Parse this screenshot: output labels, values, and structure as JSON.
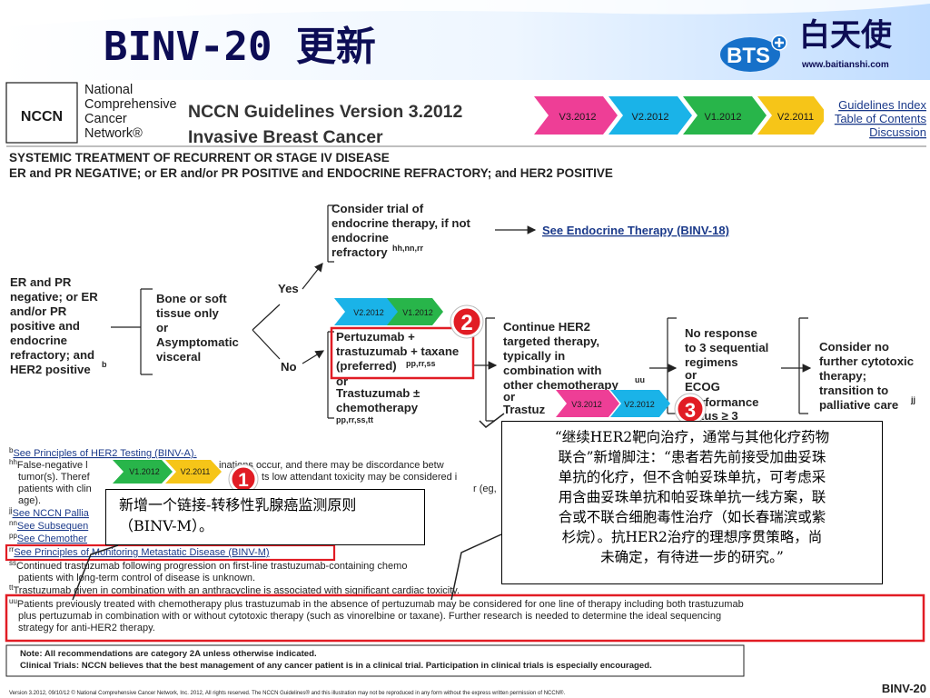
{
  "slide": {
    "title": "BINV-20 更新"
  },
  "logo": {
    "mark_text": "BTS",
    "name_cn": "白天使",
    "url": "www.baitianshi.com"
  },
  "nccn": {
    "logo_abbr": "NCCN",
    "org_lines": [
      "National",
      "Comprehensive",
      "Cancer",
      "Network®"
    ],
    "guideline_title": "NCCN Guidelines Version 3.2012",
    "guideline_subtitle": "Invasive Breast Cancer",
    "nav_links": [
      "Guidelines Index",
      "Table of Contents",
      "Discussion"
    ]
  },
  "version_tabs": {
    "top": [
      "V3.2012",
      "V2.2012",
      "V1.2012",
      "V2.2011"
    ],
    "center": [
      "V2.2012",
      "V1.2012"
    ],
    "right": [
      "V3.2012",
      "V2.2012"
    ],
    "left": [
      "V1.2012",
      "V2.2011"
    ]
  },
  "colors": {
    "tab_pink": "#ee3e96",
    "tab_blue": "#1ab3e8",
    "tab_green": "#28b54a",
    "tab_yellow": "#f6c518",
    "highlight_red": "#e11c24",
    "title_navy": "#0d0d55"
  },
  "badges": [
    "1",
    "2",
    "3"
  ],
  "section": {
    "heading": "SYSTEMIC TREATMENT OF RECURRENT OR STAGE IV DISEASE",
    "subheading": "ER and PR NEGATIVE; or ER and/or PR POSITIVE and ENDOCRINE REFRACTORY; and HER2 POSITIVE"
  },
  "flow": {
    "patient_lines": [
      "ER and PR",
      "negative; or ER",
      "and/or PR",
      "positive and",
      "endocrine",
      "refractory; and",
      "HER2 positive"
    ],
    "patient_sup": "b",
    "site_lines": [
      "Bone or soft",
      "tissue only",
      "or",
      "Asymptomatic",
      "visceral"
    ],
    "yes_label": "Yes",
    "no_label": "No",
    "endocrine_trial_lines": [
      "Consider trial of",
      "endocrine therapy, if not",
      "endocrine",
      "refractory"
    ],
    "endocrine_trial_sup": "hh,nn,rr",
    "see_endocrine": "See Endocrine Therapy (BINV-18)",
    "pertuzumab_lines": [
      "Pertuzumab +",
      "trastuzumab + taxane",
      "(preferred)"
    ],
    "pertuzumab_sup": "pp,rr,ss",
    "or_label": "or",
    "trastuzumab_lines": [
      "Trastuzumab ±",
      "chemotherapy"
    ],
    "trastuzumab_sup": "pp,rr,ss,tt",
    "continue_lines": [
      "Continue HER2",
      "targeted therapy,",
      "typically in",
      "combination with",
      "other chemotherapy",
      "or",
      "Trastuz"
    ],
    "continue_sup": "uu",
    "no_response_lines": [
      "No response",
      "to 3 sequential",
      "regimens",
      "or",
      "ECOG",
      "rformance",
      "tus ≥ 3"
    ],
    "consider_lines": [
      "Consider no",
      "further cytotoxic",
      "therapy;",
      "transition to",
      "palliative care"
    ],
    "consider_sup": "jj"
  },
  "footnotes": {
    "b_sup": "b",
    "b_text": "See Principles of HER2 Testing (BINV-A).",
    "hh_sup": "hh",
    "hh_lines": [
      "False-negative l",
      "tumor(s). Theref",
      "patients with clin",
      "age)."
    ],
    "hh_tail_1": "inations occur, and there may be discordance betw",
    "hh_tail_2": "ts low attendant toxicity may be considered i",
    "hh_tail_3": "r (eg,",
    "ll_sup": "jj",
    "ll_text": "See NCCN Pallia",
    "nn_sup": "nn",
    "nn_text": "See Subsequen",
    "pp_sup": "pp",
    "pp_text": "See Chemother",
    "rr_sup": "rr",
    "rr_text": "See Principles of Monitoring Metastatic Disease (BINV-M)",
    "ss_sup": "ss",
    "ss_line1": "Continued trastuzumab following progression on first-line trastuzumab-containing chemo",
    "ss_line2": "patients with long-term control of disease is unknown.",
    "tt_sup": "tt",
    "tt_text": "Trastuzumab given in combination with an anthracycline is associated with significant cardiac toxicity.",
    "uu_sup": "uu",
    "uu_line1": "Patients previously treated with chemotherapy plus trastuzumab in the absence of pertuzumab may be considered for one line of therapy including both trastuzumab",
    "uu_line2": "plus pertuzumab in combination with or without cytotoxic therapy (such as vinorelbine or taxane). Further research is needed to determine the ideal sequencing",
    "uu_line3": "strategy for anti-HER2 therapy."
  },
  "note": {
    "line1": "Note:  All recommendations are category 2A unless otherwise indicated.",
    "line2": "Clinical Trials: NCCN believes that the best management of any cancer patient is in a clinical trial.  Participation in clinical trials is especially encouraged."
  },
  "copyright": "Version 3.2012, 09/10/12 © National Comprehensive Cancer Network, Inc. 2012, All rights reserved. The NCCN Guidelines® and this illustration may not be reproduced in any form without the express written permission of NCCN®.",
  "page_code": "BINV-20",
  "callouts": {
    "left_lines": [
      "新增一个链接-转移性乳腺癌监测原则",
      "（BINV-M）。"
    ],
    "right_lines": [
      "“继续HER2靶向治疗，通常与其他化疗药物",
      "联合”新增脚注：“患者若先前接受加曲妥珠",
      "单抗的化疗，但不含帕妥珠单抗，可考虑采",
      "用含曲妥珠单抗和帕妥珠单抗一线方案，联",
      "合或不联合细胞毒性治疗（如长春瑞滨或紫",
      "杉烷）。抗HER2治疗的理想序贯策略，尚",
      "未确定，有待进一步的研究。”"
    ]
  }
}
